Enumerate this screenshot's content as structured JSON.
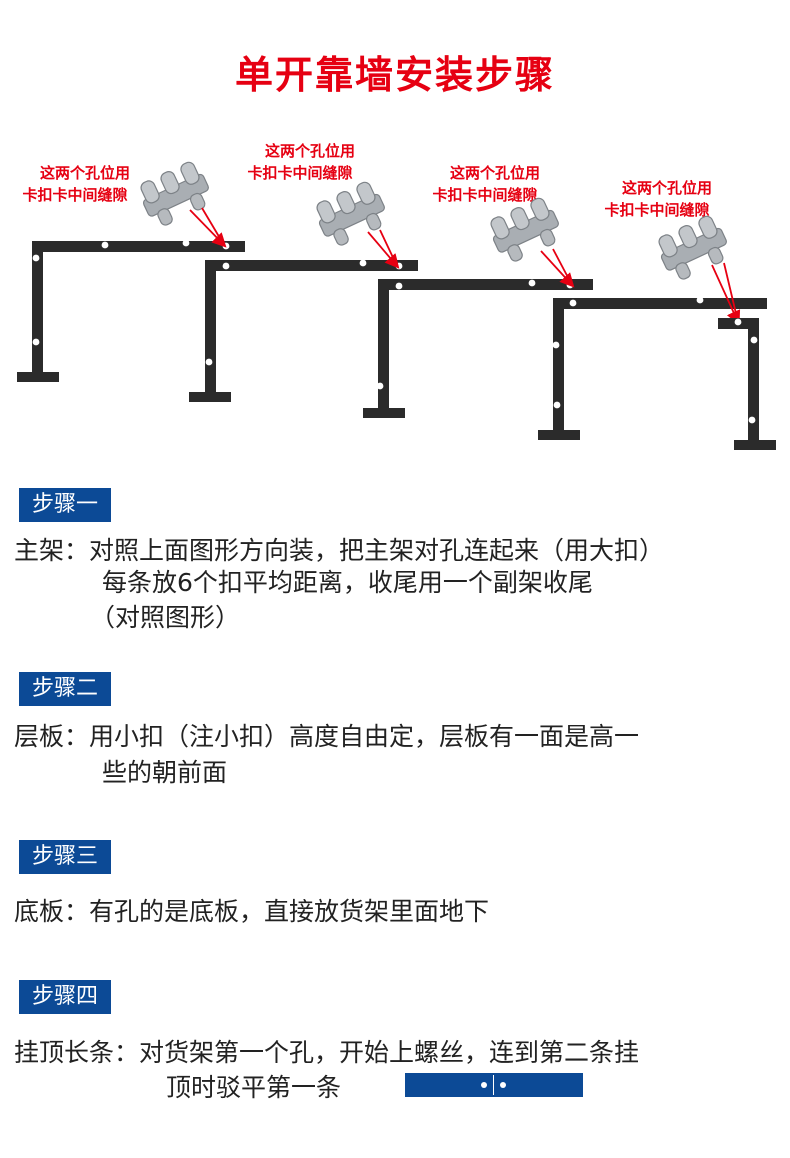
{
  "title": "单开靠墙安装步骤",
  "diagram": {
    "clip_note_line1": "这两个孔位用",
    "clip_note_line2": "卡扣卡中间缝隙",
    "colors": {
      "frame": "#2b2b2b",
      "arrow": "#e60012",
      "clip": "#a9aeb3",
      "hole": "#ffffff"
    }
  },
  "steps": [
    {
      "badge": "步骤一",
      "lines": [
        "主架：对照上面图形方向装，把主架对孔连起来（用大扣）",
        "每条放6个扣平均距离，收尾用一个副架收尾",
        "（对照图形）"
      ]
    },
    {
      "badge": "步骤二",
      "lines": [
        "层板：用小扣（注小扣）高度自由定，层板有一面是高一",
        "些的朝前面"
      ]
    },
    {
      "badge": "步骤三",
      "lines": [
        "底板：有孔的是底板，直接放货架里面地下"
      ]
    },
    {
      "badge": "步骤四",
      "lines": [
        "挂顶长条：对货架第一个孔，开始上螺丝，连到第二条挂",
        "顶时驳平第一条"
      ]
    }
  ],
  "colors": {
    "title": "#e60012",
    "badge_bg": "#0c4a96"
  }
}
